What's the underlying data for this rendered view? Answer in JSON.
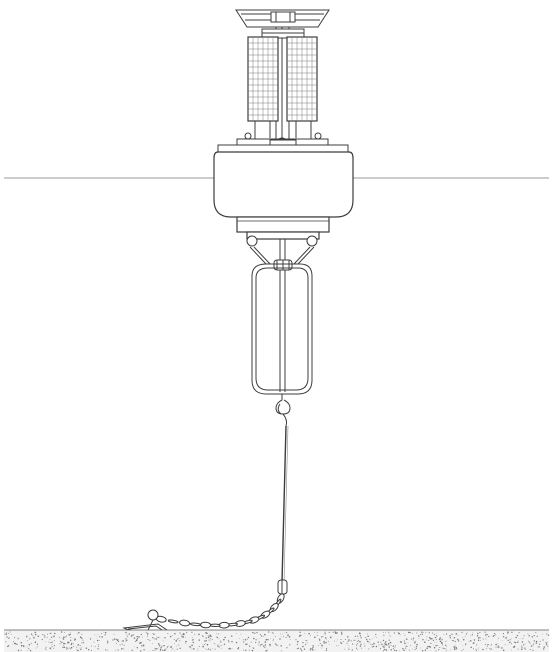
{
  "diagram": {
    "subject": "moored-buoy-system",
    "colors": {
      "line": "#3c3c3c",
      "light_line": "#8a8a8a",
      "water_line": "#9a9a9a",
      "seabed_fill": "#f2f2f2",
      "seabed_speckle": "#7a7a7a",
      "background": "#ffffff"
    },
    "components": [
      {
        "id": "sensor-mast",
        "icon": "mast-icon"
      },
      {
        "id": "solar-panels",
        "icon": "solar-panel-icon"
      },
      {
        "id": "buoy-hull",
        "icon": "float-icon"
      },
      {
        "id": "instrument-cage",
        "icon": "cage-icon"
      },
      {
        "id": "mooring-cable",
        "icon": "cable-icon"
      },
      {
        "id": "mooring-chain",
        "icon": "chain-icon"
      },
      {
        "id": "anchor",
        "icon": "anchor-icon"
      },
      {
        "id": "seabed",
        "icon": "sediment-icon"
      }
    ],
    "chain_link_count": 17,
    "seabed_speckle_count": 900
  }
}
